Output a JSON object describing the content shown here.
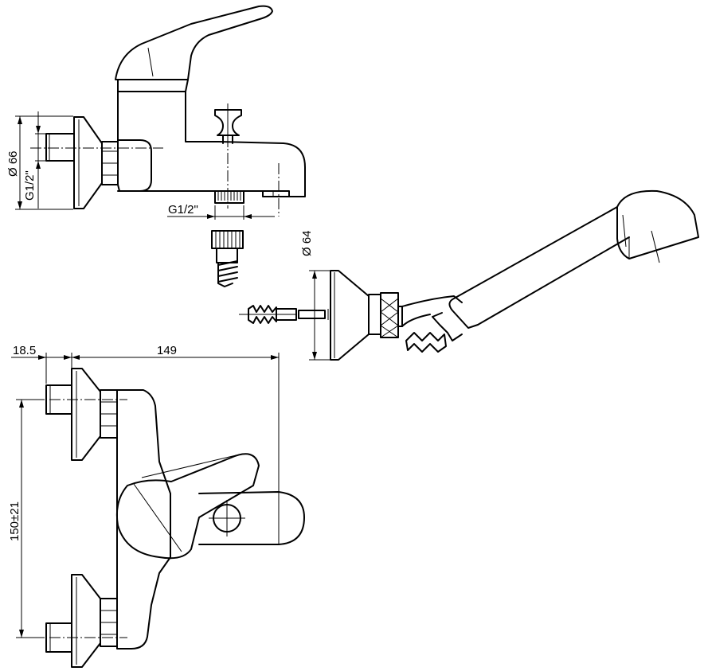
{
  "dimensions": {
    "side_view_diameter": "Ø 66",
    "side_view_thread": "G1/2\"",
    "spout_thread": "G1/2\"",
    "hand_shower_holder_diameter": "Ø 64",
    "eccentric_offset": "18.5",
    "projection": "149",
    "centre_distance": "150±21"
  }
}
